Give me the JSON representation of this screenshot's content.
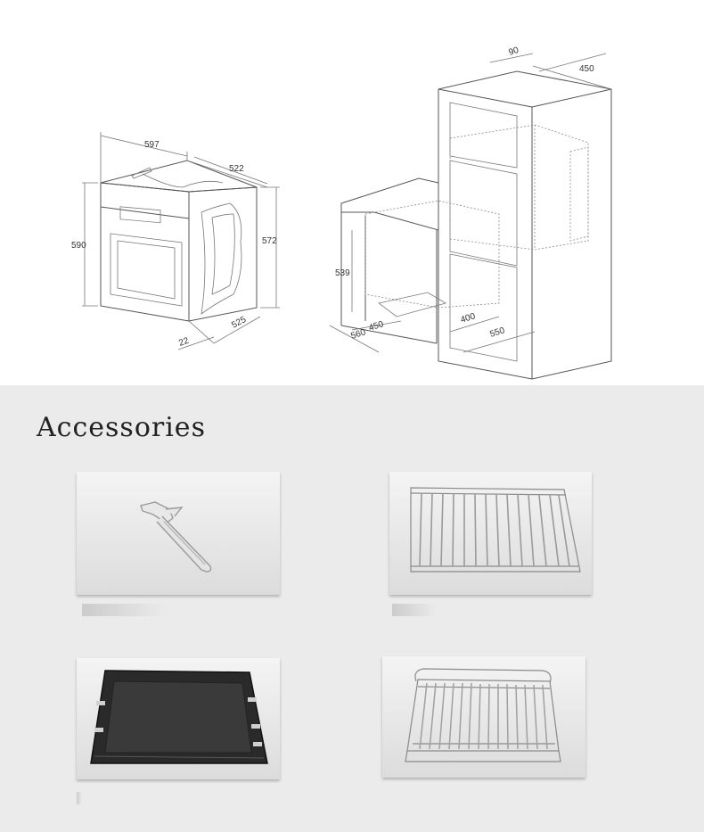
{
  "drawing": {
    "oven_dims": {
      "width": "597",
      "depth": "522",
      "height": "590",
      "side_height": "572",
      "body_depth": "525",
      "front": "22"
    },
    "cabinet_dims": {
      "top_gap": "90",
      "top_depth": "450",
      "height": "539",
      "base_width": "560",
      "base_depth": "450",
      "cutout_depth": "400",
      "cutout_width": "550"
    }
  },
  "accessories": {
    "title": "Accessories",
    "items": [
      {
        "icon": "tray-handle-icon"
      },
      {
        "icon": "wire-rack-icon"
      },
      {
        "icon": "baking-tray-icon"
      },
      {
        "icon": "grill-rack-icon"
      }
    ]
  }
}
